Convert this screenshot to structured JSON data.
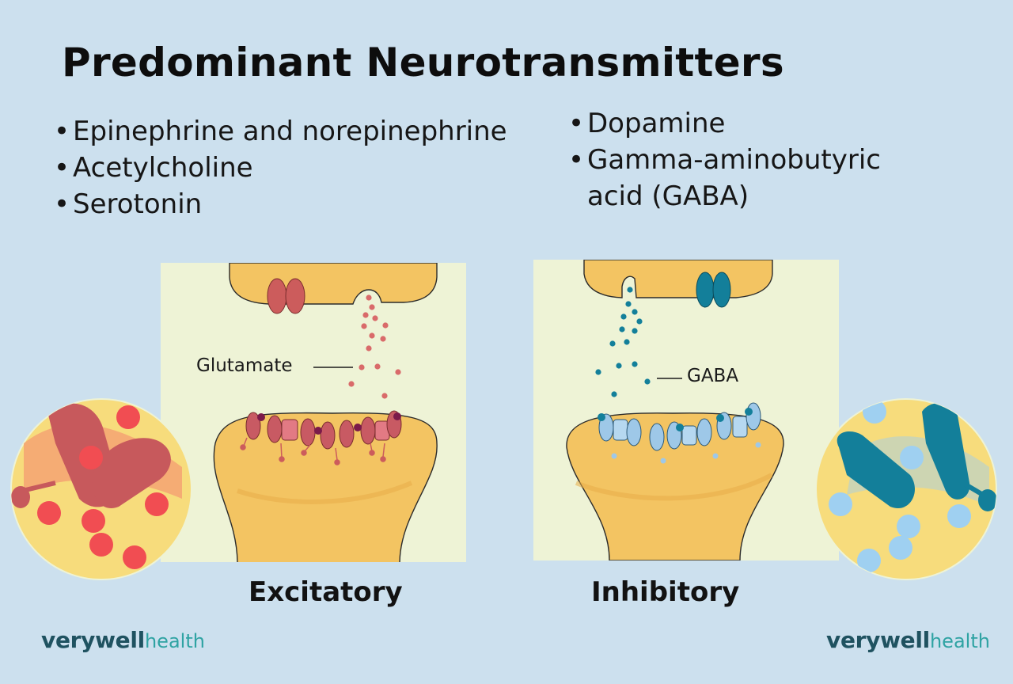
{
  "title": "Predominant Neurotransmitters",
  "list_left": [
    "Epinephrine and norepinephrine",
    "Acetylcholine",
    "Serotonin"
  ],
  "list_right": [
    "Dopamine",
    "Gamma-aminobutyric acid (GABA)"
  ],
  "bullet": "•",
  "panels": {
    "excitatory": {
      "caption": "Excitatory",
      "label": "Glutamate",
      "color": "#cc5c5c"
    },
    "inhibitory": {
      "caption": "Inhibitory",
      "label": "GABA",
      "color": "#137f9a"
    }
  },
  "logo": {
    "word": "verywell",
    "suffix": "health"
  },
  "colors": {
    "background": "#cce0ee",
    "panel": "#eef3d6",
    "neuron": "#f3c462",
    "logo_word": "#1f5260",
    "logo_suffix": "#2fa3a3"
  }
}
